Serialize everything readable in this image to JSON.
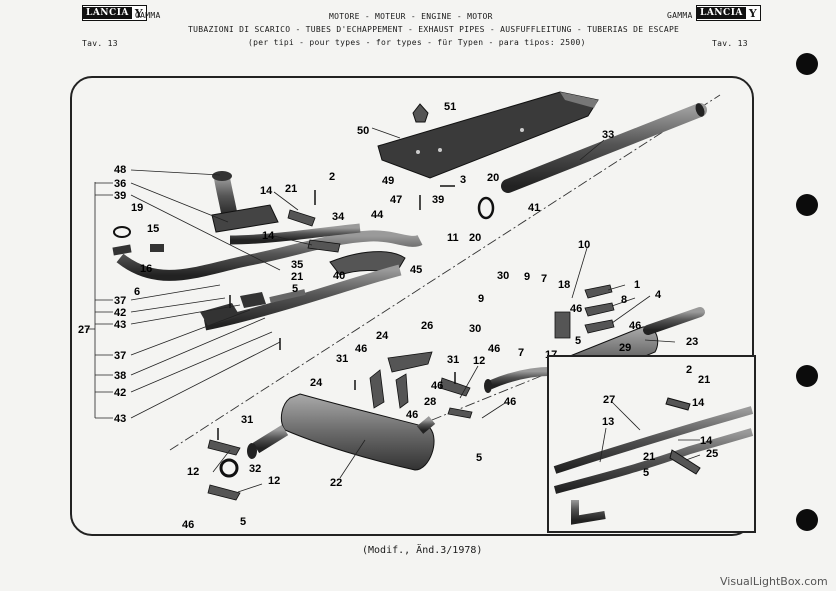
{
  "header": {
    "brand": "LANCIA",
    "model": "GAMMA",
    "table_left": "Tav. 13",
    "table_right": "Tav. 13",
    "line1": "MOTORE  -  MOTEUR  -  ENGINE  -  MOTOR",
    "line2": "TUBAZIONI DI SCARICO  -  TUBES D'ECHAPPEMENT  -  EXHAUST PIPES  -  AUSFUFFLEITUNG  -  TUBERIAS DE ESCAPE",
    "line3": "(per tipi  -  pour types  -  for types  -  für Typen  -  para tipos: 2500)"
  },
  "labels": {
    "l51": "51",
    "l50": "50",
    "l33": "33",
    "l48": "48",
    "l36": "36",
    "l39a": "39",
    "l19": "19",
    "l15": "15",
    "l16": "16",
    "l6": "6",
    "l37a": "37",
    "l42a": "42",
    "l43a": "43",
    "l27a": "27",
    "l37b": "37",
    "l38": "38",
    "l42b": "42",
    "l43b": "43",
    "l14a": "14",
    "l21a": "21",
    "l2a": "2",
    "l49": "49",
    "l47": "47",
    "l3": "3",
    "l20a": "20",
    "l39b": "39",
    "l41": "41",
    "l20b": "20",
    "l11": "11",
    "l34": "34",
    "l44": "44",
    "l14b": "14",
    "l35": "35",
    "l21b": "21",
    "l5a": "5",
    "l40": "40",
    "l45": "45",
    "l10": "10",
    "l30a": "30",
    "l9a": "9",
    "l7a": "7",
    "l18": "18",
    "l1": "1",
    "l8": "8",
    "l4": "4",
    "l46a": "46",
    "l9b": "9",
    "l30b": "30",
    "l46b": "46",
    "l7b": "7",
    "l5b": "5",
    "l17": "17",
    "l29": "29",
    "l23": "23",
    "l26": "26",
    "l24a": "24",
    "l46c": "46",
    "l31a": "31",
    "l31b": "31",
    "l12a": "12",
    "l46d": "46",
    "l28": "28",
    "l46e": "46",
    "l24b": "24",
    "l46f": "46",
    "l5c": "5",
    "l31c": "31",
    "l12b": "12",
    "l32": "32",
    "l12c": "12",
    "l22": "22",
    "l46g": "46",
    "l5d": "5",
    "l2b": "2",
    "l21c": "21",
    "l14c": "14",
    "l27b": "27",
    "l13": "13",
    "l14d": "14",
    "l25": "25",
    "l21d": "21",
    "l5e": "5"
  },
  "footer": {
    "note": "(Modif., Änd.3/1978)"
  },
  "watermark": "VisualLightBox.com"
}
